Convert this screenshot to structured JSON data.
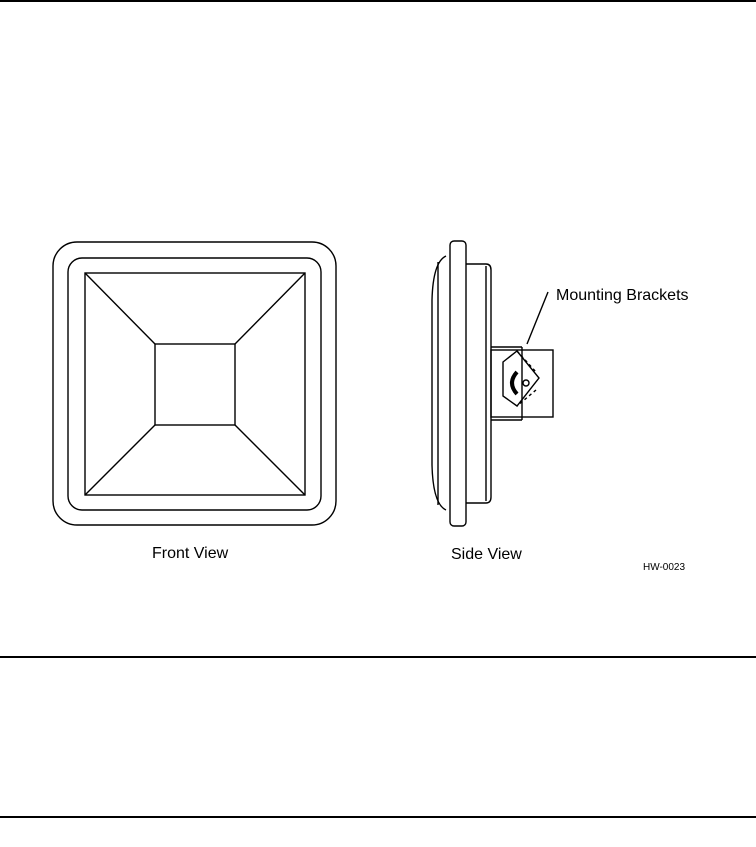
{
  "figure": {
    "front_view_caption": "Front View",
    "side_view_caption": "Side View",
    "callout_label": "Mounting Brackets",
    "figure_code": "HW-0023"
  }
}
